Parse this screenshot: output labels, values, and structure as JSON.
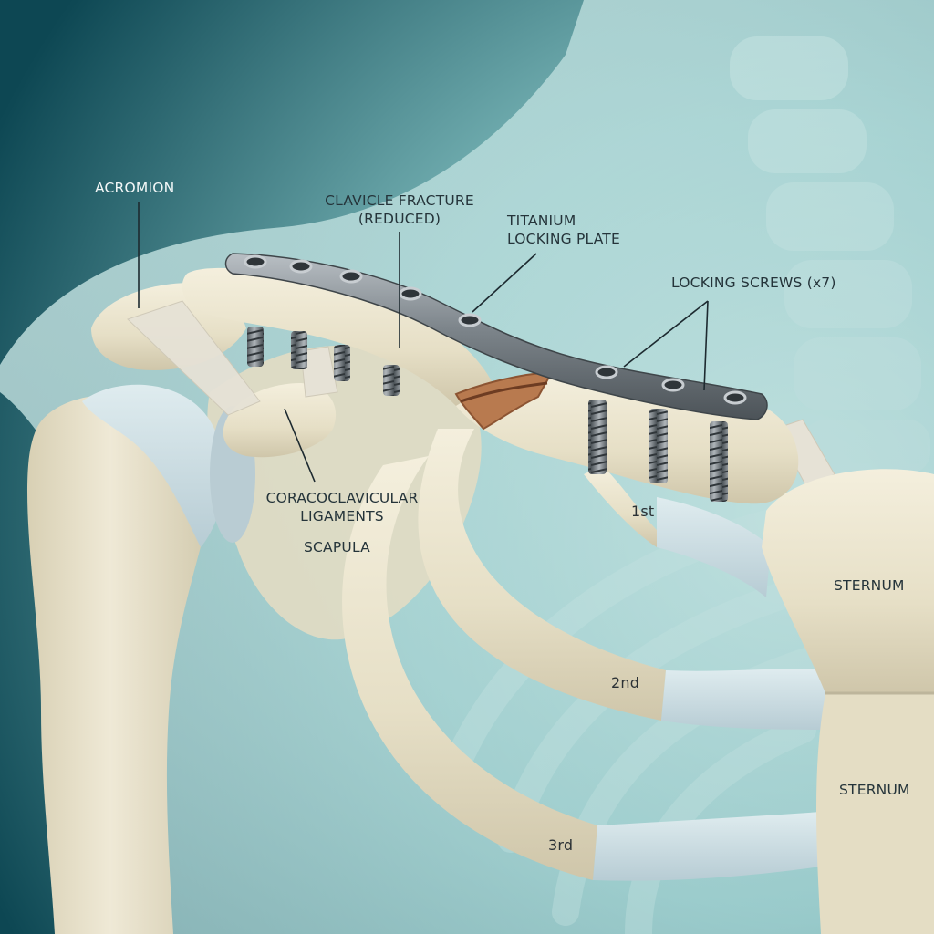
{
  "labels": {
    "acromion": "ACROMION",
    "clavicle_fracture_line1": "CLAVICLE FRACTURE",
    "clavicle_fracture_line2": "(REDUCED)",
    "plate_line1": "TITANIUM",
    "plate_line2": "LOCKING PLATE",
    "screws": "LOCKING SCREWS (x7)",
    "ligaments_line1": "CORACOCLAVICULAR",
    "ligaments_line2": "LIGAMENTS",
    "scapula": "SCAPULA",
    "sternum_upper": "STERNUM",
    "sternum_lower": "STERNUM",
    "rib_1": "1st",
    "rib_2": "2nd",
    "rib_3": "3rd"
  },
  "colors": {
    "background_dark": "#0e4c57",
    "background_light": "#a8d6d6",
    "bone": "#e9e3cc",
    "cartilage": "#c9dde3",
    "titanium": "#8a9197",
    "fracture": "#b37a52",
    "leader_line": "#1d2a30"
  }
}
